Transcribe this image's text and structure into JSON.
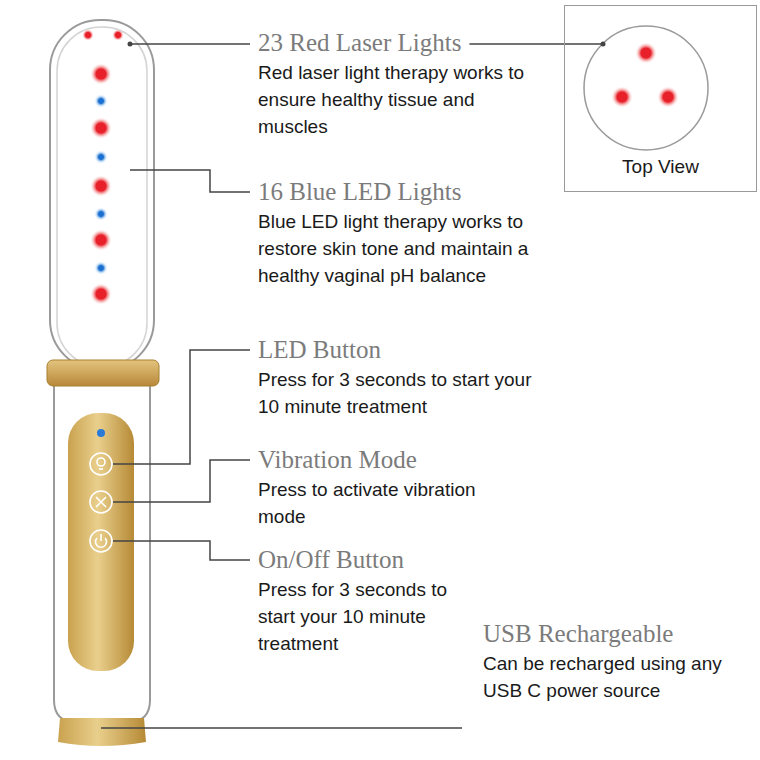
{
  "diagram": {
    "nodes": [
      {
        "text": [
          "Top View"
        ]
      }
    ],
    "labels": [
      "23 Red Laser Lights",
      "Red laser light therapy works to ensure healthy tissue and muscles",
      "16 Blue LED Lights",
      "Blue LED light therapy works to restore skin tone and maintain a healthy vaginal pH balance",
      "LED Button",
      "Press for 3 seconds to start your 10 minute treatment",
      "Vibration Mode",
      "Press to activate vibration mode",
      "On/Off Button",
      "Press for 3 seconds to start your 10 minute treatment",
      "USB Rechargeable",
      "Can be recharged using any USB C power source"
    ]
  }
}
